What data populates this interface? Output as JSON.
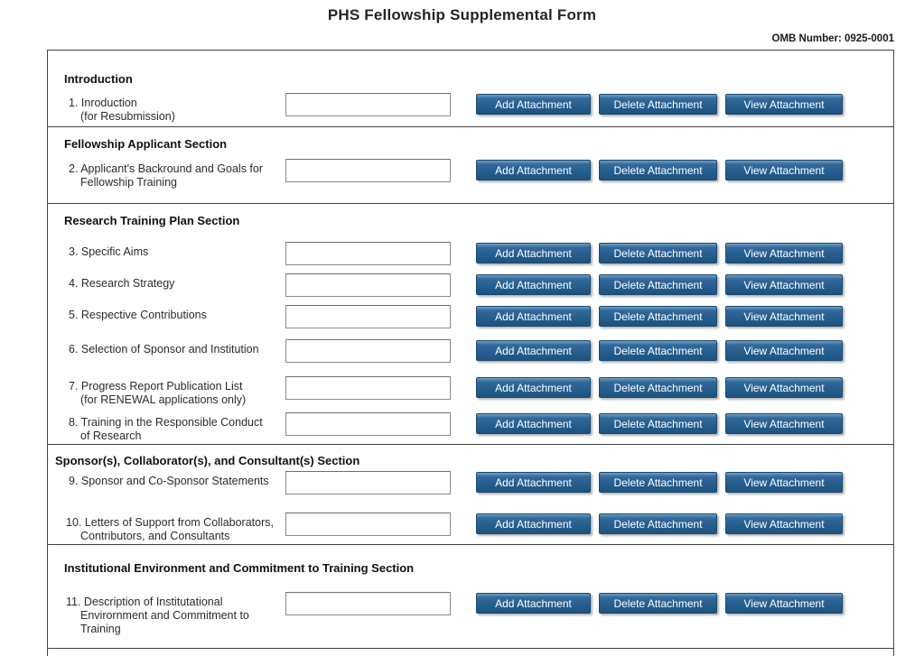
{
  "header": {
    "title": "PHS Fellowship Supplemental Form",
    "omb_number": "OMB Number: 0925-0001"
  },
  "buttons": {
    "add": "Add Attachment",
    "delete": "Delete Attachment",
    "view": "View Attachment"
  },
  "input": {
    "value": "",
    "placeholder": ""
  },
  "colors": {
    "button_blue": "#265f90",
    "button_blue_highlight": "#6ba0c4",
    "button_blue_dark": "#1d537f",
    "button_text": "#ffffff",
    "border_line": "#404040"
  },
  "sections": [
    {
      "header": "Introduction",
      "rows": [
        {
          "label_lines": [
            "1. Inroduction",
            "(for Resubmission)"
          ]
        }
      ]
    },
    {
      "header": "Fellowship Applicant Section",
      "rows": [
        {
          "label_lines": [
            "2. Applicant's Backround and Goals for",
            "Fellowship Training"
          ]
        }
      ]
    },
    {
      "header": "Research Training Plan Section",
      "rows": [
        {
          "label_lines": [
            "3. Specific Aims"
          ]
        },
        {
          "label_lines": [
            "4. Research Strategy"
          ]
        },
        {
          "label_lines": [
            "5. Respective Contributions"
          ]
        },
        {
          "label_lines": [
            "6. Selection of Sponsor and Institution"
          ]
        },
        {
          "label_lines": [
            "7. Progress Report Publication List",
            "(for RENEWAL applications only)"
          ]
        },
        {
          "label_lines": [
            "8. Training in the Responsible Conduct",
            "of Research"
          ]
        }
      ]
    },
    {
      "header": "Sponsor(s), Collaborator(s), and Consultant(s) Section",
      "rows": [
        {
          "label_lines": [
            "9. Sponsor and Co-Sponsor Statements"
          ]
        },
        {
          "label_lines": [
            "10. Letters of Support from Collaborators,",
            "Contributors, and Consultants"
          ]
        }
      ]
    },
    {
      "header": "Institutional Environment and Commitment to Training Section",
      "rows": [
        {
          "label_lines": [
            "11. Description of Institutational",
            "Envirornment and Commitment to",
            "Training"
          ]
        }
      ]
    }
  ]
}
